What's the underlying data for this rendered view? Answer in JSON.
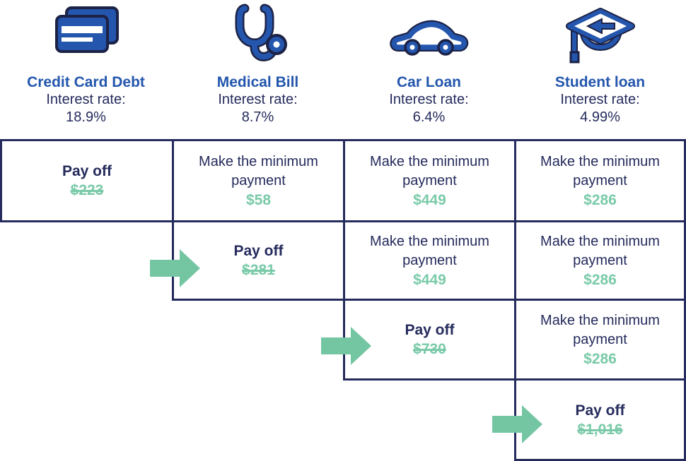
{
  "colors": {
    "navy": "#252b5c",
    "header_blue": "#2356ad",
    "green_text": "#7acaa9",
    "green_arrow": "#74c6a3",
    "icon_blue": "#2456ae",
    "icon_outline": "#1c2245",
    "border": "#252b5c"
  },
  "columns": [
    {
      "icon": "credit-card-icon",
      "title": "Credit Card Debt",
      "interest_label": "Interest rate:",
      "rate": "18.9%"
    },
    {
      "icon": "stethoscope-icon",
      "title": "Medical Bill",
      "interest_label": "Interest rate:",
      "rate": "8.7%"
    },
    {
      "icon": "car-icon",
      "title": "Car Loan",
      "interest_label": "Interest rate:",
      "rate": "6.4%"
    },
    {
      "icon": "graduation-cap-icon",
      "title": "Student loan",
      "interest_label": "Interest rate:",
      "rate": "4.99%"
    }
  ],
  "grid": {
    "rows": [
      {
        "cells": [
          {
            "column": "Credit Card Debt",
            "type": "payoff",
            "label": "Pay off",
            "amount": "$223",
            "struck": true
          },
          {
            "column": "Medical Bill",
            "type": "minimum",
            "label": "Make the minimum payment",
            "amount": "$58",
            "struck": false
          },
          {
            "column": "Car Loan",
            "type": "minimum",
            "label": "Make the minimum payment",
            "amount": "$449",
            "struck": false
          },
          {
            "column": "Student loan",
            "type": "minimum",
            "label": "Make the minimum payment",
            "amount": "$286",
            "struck": false
          }
        ]
      },
      {
        "cells": [
          {
            "column": "Medical Bill",
            "type": "payoff",
            "label": "Pay off",
            "amount": "$281",
            "struck": true,
            "arrow": true
          },
          {
            "column": "Car Loan",
            "type": "minimum",
            "label": "Make the minimum payment",
            "amount": "$449",
            "struck": false
          },
          {
            "column": "Student loan",
            "type": "minimum",
            "label": "Make the minimum payment",
            "amount": "$286",
            "struck": false
          }
        ]
      },
      {
        "cells": [
          {
            "column": "Car Loan",
            "type": "payoff",
            "label": "Pay off",
            "amount": "$730",
            "struck": true,
            "arrow": true
          },
          {
            "column": "Student loan",
            "type": "minimum",
            "label": "Make the minimum payment",
            "amount": "$286",
            "struck": false
          }
        ]
      },
      {
        "cells": [
          {
            "column": "Student loan",
            "type": "payoff",
            "label": "Pay off",
            "amount": "$1,016",
            "struck": true,
            "arrow": true
          }
        ]
      }
    ]
  },
  "arrows": [
    {
      "points_to": "Pay off $281"
    },
    {
      "points_to": "Pay off $730"
    },
    {
      "points_to": "Pay off $1,016"
    }
  ]
}
